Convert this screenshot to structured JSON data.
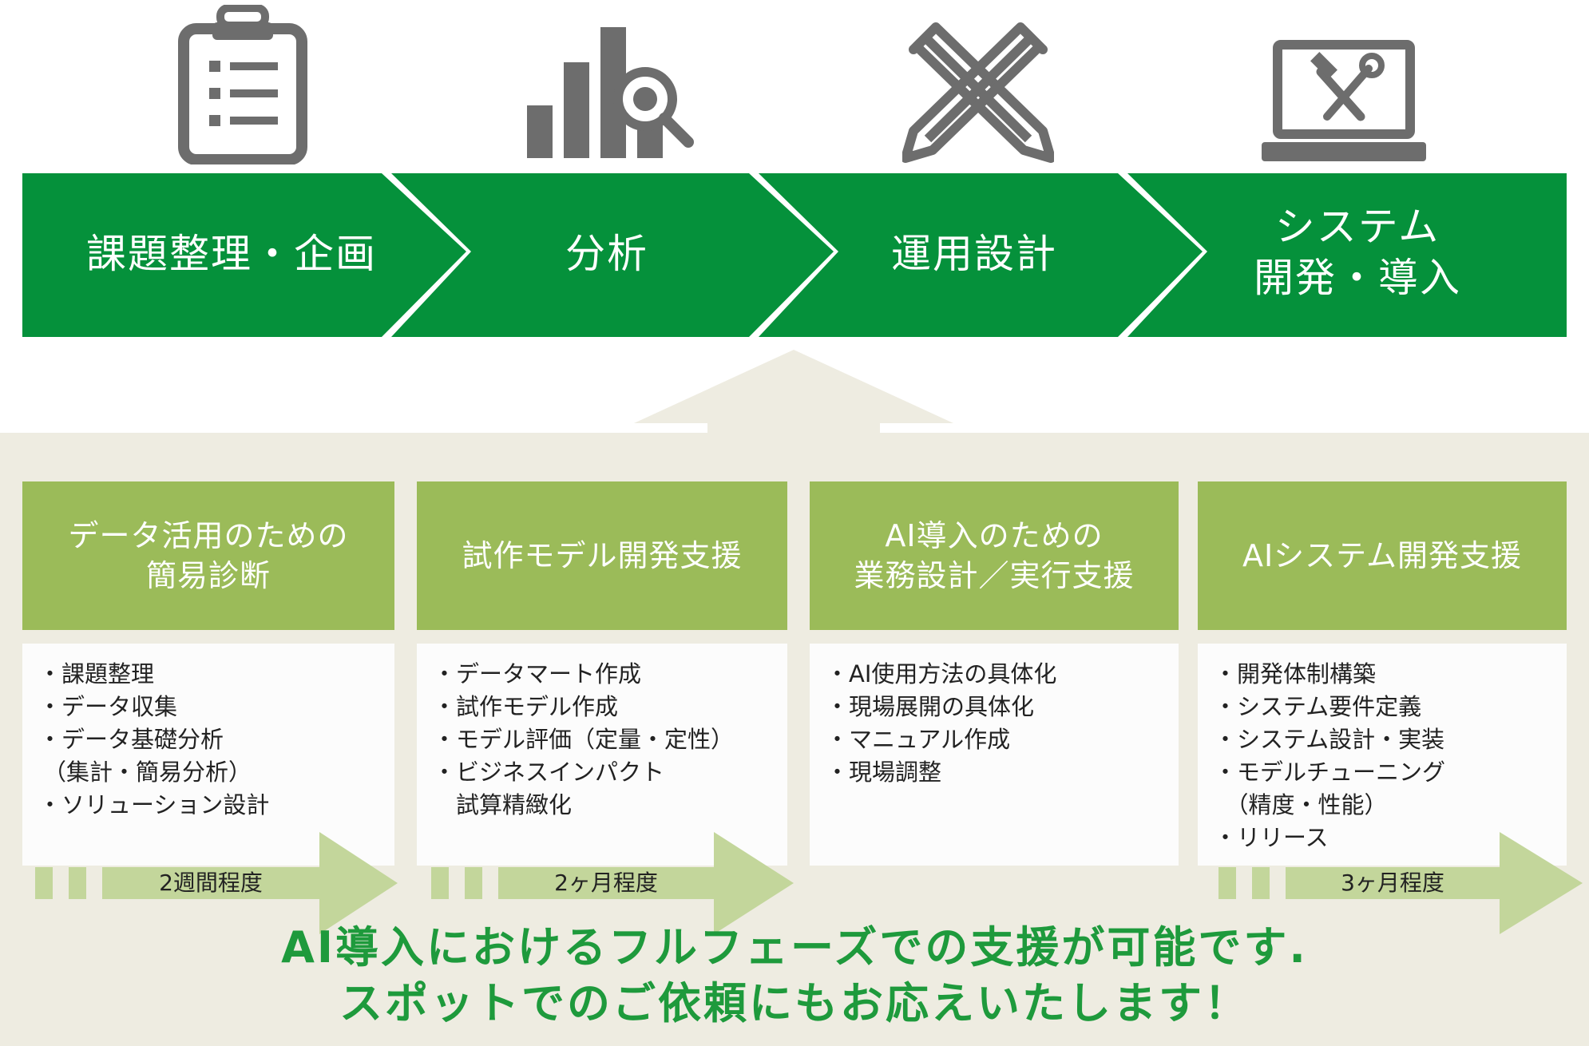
{
  "colors": {
    "phase_green": "#05913b",
    "service_green": "#9bbb59",
    "arrow_light": "#c3d69b",
    "panel_beige": "#eeece1",
    "icon_gray": "#6d6d6d",
    "message_green": "#1e9a3c"
  },
  "phases": [
    {
      "icon": "clipboard-icon",
      "lines": [
        "課題整理・企画"
      ]
    },
    {
      "icon": "bar-chart-search-icon",
      "lines": [
        "分析"
      ]
    },
    {
      "icon": "pencil-cross-icon",
      "lines": [
        "運用設計"
      ]
    },
    {
      "icon": "laptop-tools-icon",
      "lines": [
        "システム",
        "開発・導入"
      ]
    }
  ],
  "services": [
    {
      "header": [
        "データ活用のための",
        "簡易診断"
      ],
      "items": [
        "・課題整理",
        "・データ収集",
        "・データ基礎分析",
        "（集計・簡易分析）",
        "・ソリューション設計"
      ],
      "duration": "2週間程度"
    },
    {
      "header": [
        "試作モデル開発支援"
      ],
      "items": [
        "・データマート作成",
        "・試作モデル作成",
        "・モデル評価（定量・定性）",
        "・ビジネスインパクト",
        "　試算精緻化"
      ],
      "duration": "2ヶ月程度"
    },
    {
      "header": [
        "AI導入のための",
        "業務設計／実行支援"
      ],
      "items": [
        "・AI使用方法の具体化",
        "・現場展開の具体化",
        "・マニュアル作成",
        "・現場調整"
      ],
      "duration": ""
    },
    {
      "header": [
        "AIシステム開発支援"
      ],
      "items": [
        "・開発体制構築",
        "・システム要件定義",
        "・システム設計・実装",
        "・モデルチューニング",
        "　（精度・性能）",
        "・リリース"
      ],
      "duration": "3ヶ月程度"
    }
  ],
  "message": {
    "line1": "AI導入におけるフルフェーズでの支援が可能です.",
    "line2": "スポットでのご依頼にもお応えいたします！"
  }
}
